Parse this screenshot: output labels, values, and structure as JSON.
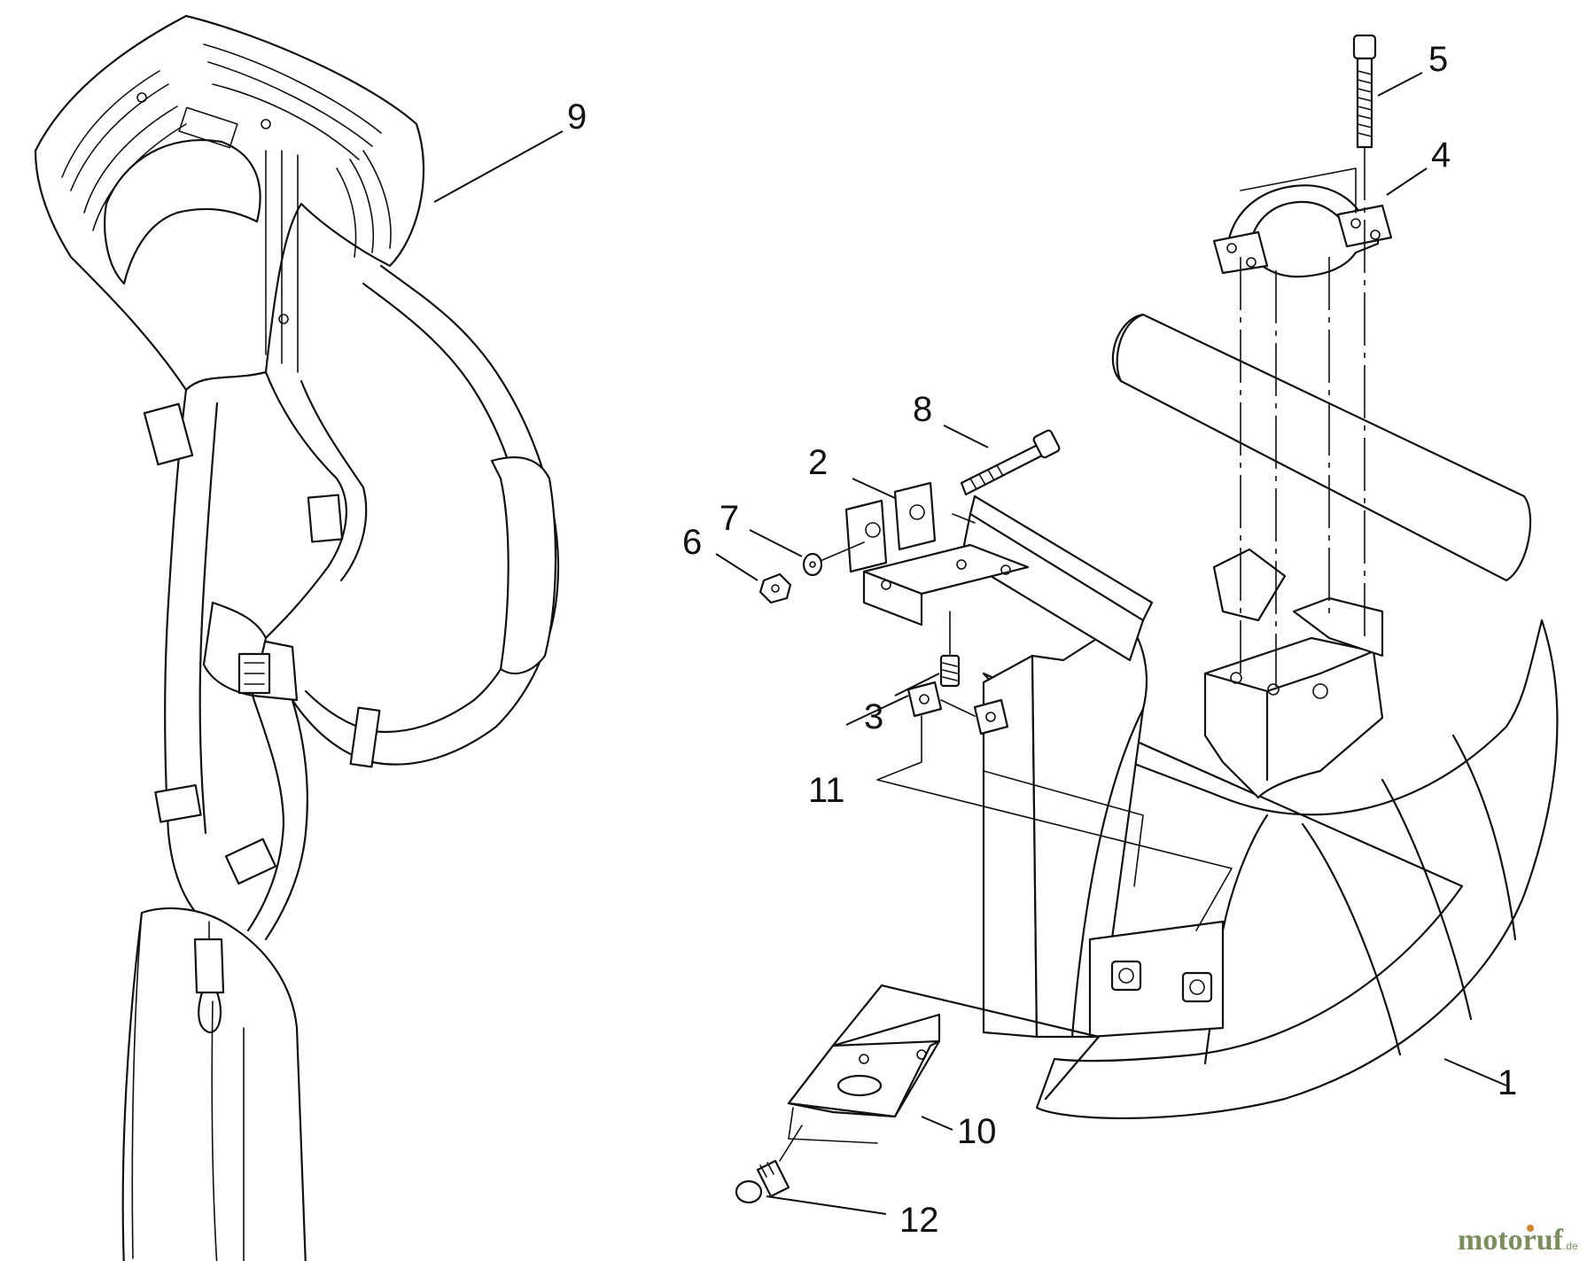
{
  "callouts": [
    {
      "id": "c1",
      "label": "1"
    },
    {
      "id": "c2",
      "label": "2"
    },
    {
      "id": "c3",
      "label": "3"
    },
    {
      "id": "c4",
      "label": "4"
    },
    {
      "id": "c5",
      "label": "5"
    },
    {
      "id": "c6",
      "label": "6"
    },
    {
      "id": "c7",
      "label": "7"
    },
    {
      "id": "c8",
      "label": "8"
    },
    {
      "id": "c9",
      "label": "9"
    },
    {
      "id": "c10",
      "label": "10"
    },
    {
      "id": "c11",
      "label": "11"
    },
    {
      "id": "c12",
      "label": "12"
    }
  ],
  "watermark": {
    "text": "motoruf",
    "suffix": ".de",
    "color_primary": "#7a8f5b",
    "color_accent": "#d9832b"
  }
}
